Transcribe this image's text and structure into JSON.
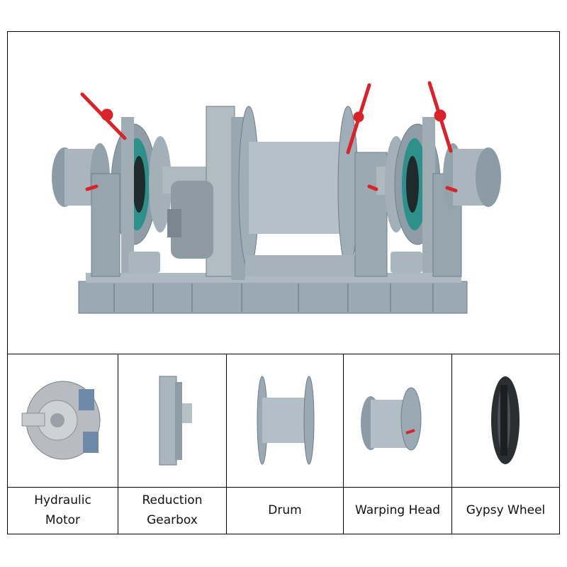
{
  "components": [
    {
      "id": "hydraulic-motor",
      "label_lines": [
        "Hydraulic",
        "Motor"
      ]
    },
    {
      "id": "reduction-gearbox",
      "label_lines": [
        "Reduction",
        "Gearbox"
      ]
    },
    {
      "id": "drum",
      "label_lines": [
        "Drum"
      ]
    },
    {
      "id": "warping-head",
      "label_lines": [
        "Warping Head"
      ]
    },
    {
      "id": "gypsy-wheel",
      "label_lines": [
        "Gypsy Wheel"
      ]
    }
  ],
  "colors": {
    "machine_grey": "#9aa9b3",
    "machine_light": "#c3ced5",
    "machine_dark": "#6f7e88",
    "lever_red": "#d8232a",
    "gypsy_teal": "#2f8f8a",
    "motor_metal": "#b8bcc0"
  }
}
